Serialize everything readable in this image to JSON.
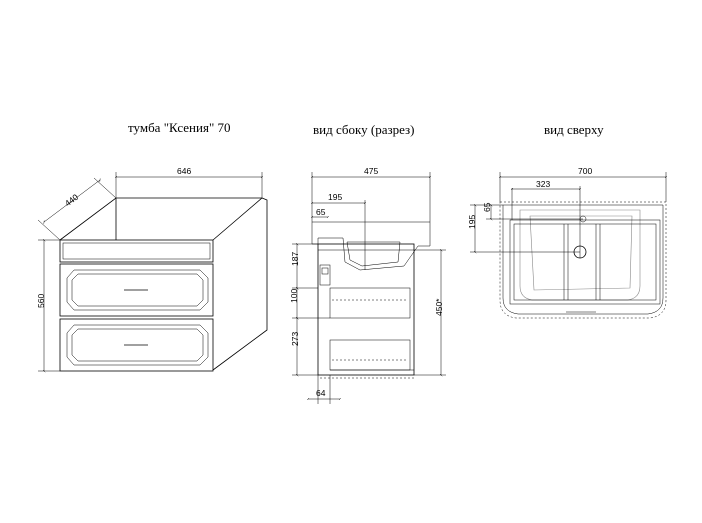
{
  "titles": {
    "front": "тумба \"Ксения\" 70",
    "side": "вид сбоку (разрез)",
    "top": "вид сверху"
  },
  "dimensions": {
    "front_width": "646",
    "front_depth": "440",
    "front_height": "560",
    "side_depth": "475",
    "side_195": "195",
    "side_65": "65",
    "side_187": "187",
    "side_100": "100",
    "side_273": "273",
    "side_64": "64",
    "side_450": "450*",
    "top_width": "700",
    "top_323": "323",
    "top_65": "65",
    "top_195": "195"
  }
}
